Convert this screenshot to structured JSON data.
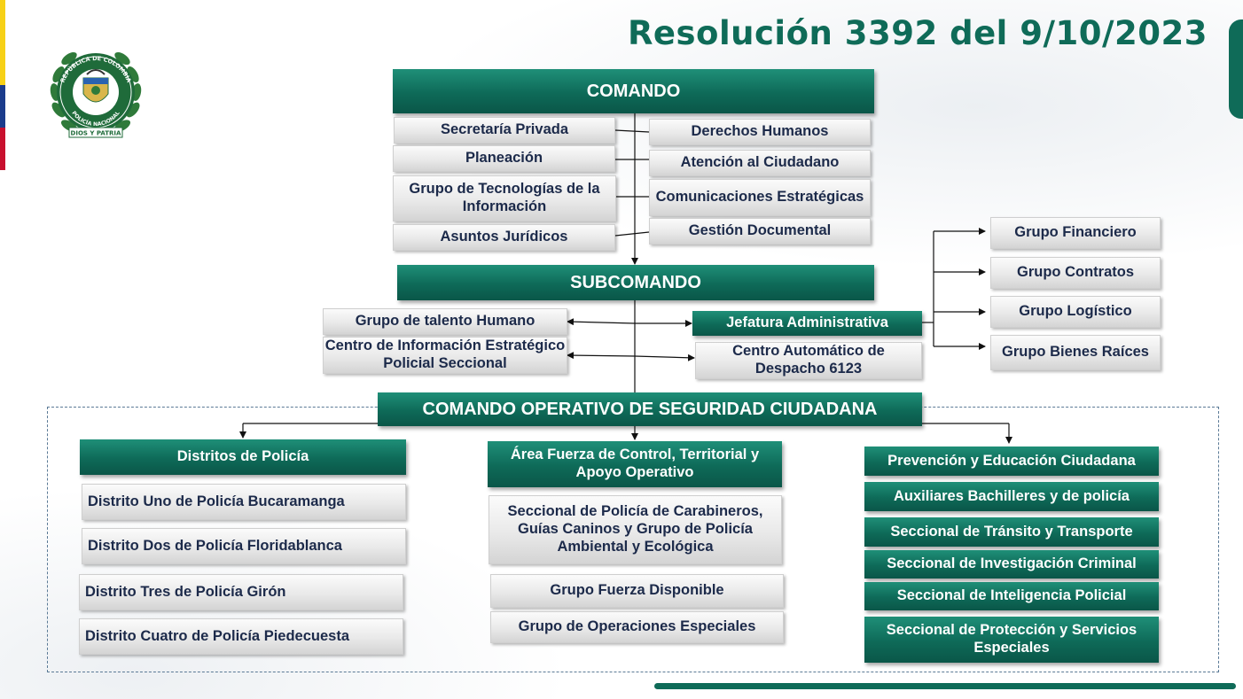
{
  "title": "Resolución 3392 del 9/10/2023",
  "logo": {
    "name": "policia-nacional-seal",
    "text_top": "REPÚBLICA DE COLOMBIA",
    "text_mid": "POLICÍA NACIONAL",
    "text_bottom": "DIOS Y PATRIA"
  },
  "colors": {
    "primary": "#0f6b58",
    "text": "#1c2a4a",
    "flag_yellow": "#f7d117",
    "flag_blue": "#1b3c8c",
    "flag_red": "#c8102e"
  },
  "comando": {
    "label": "COMANDO",
    "left_units": [
      "Secretaría Privada",
      "Planeación",
      "Grupo de Tecnologías de la Información",
      "Asuntos Jurídicos"
    ],
    "right_units": [
      "Derechos Humanos",
      "Atención al Ciudadano",
      "Comunicaciones Estratégicas",
      "Gestión Documental"
    ]
  },
  "subcomando": {
    "label": "SUBCOMANDO",
    "left_units": [
      "Grupo de talento Humano",
      "Centro de Información Estratégico Policial Seccional"
    ],
    "jefatura": "Jefatura Administrativa",
    "despacho": "Centro Automático de Despacho 6123",
    "jefatura_groups": [
      "Grupo Financiero",
      "Grupo Contratos",
      "Grupo Logístico",
      "Grupo Bienes Raíces"
    ]
  },
  "operativo": {
    "label": "COMANDO OPERATIVO DE SEGURIDAD CIUDADANA",
    "distritos": {
      "header": "Distritos de Policía",
      "items": [
        "Distrito Uno de Policía Bucaramanga",
        "Distrito Dos de Policía Floridablanca",
        "Distrito Tres de Policía Girón",
        "Distrito Cuatro de Policía Piedecuesta"
      ]
    },
    "area": {
      "header": "Área Fuerza de Control, Territorial y Apoyo Operativo",
      "items": [
        "Seccional de Policía de Carabineros, Guías Caninos y Grupo de Policía Ambiental y Ecológica",
        "Grupo Fuerza Disponible",
        "Grupo de Operaciones Especiales"
      ]
    },
    "seccionales": [
      "Prevención y Educación Ciudadana",
      "Auxiliares Bachilleres y de policía",
      "Seccional de Tránsito y Transporte",
      "Seccional de Investigación Criminal",
      "Seccional de Inteligencia Policial",
      "Seccional de Protección y Servicios Especiales"
    ]
  }
}
